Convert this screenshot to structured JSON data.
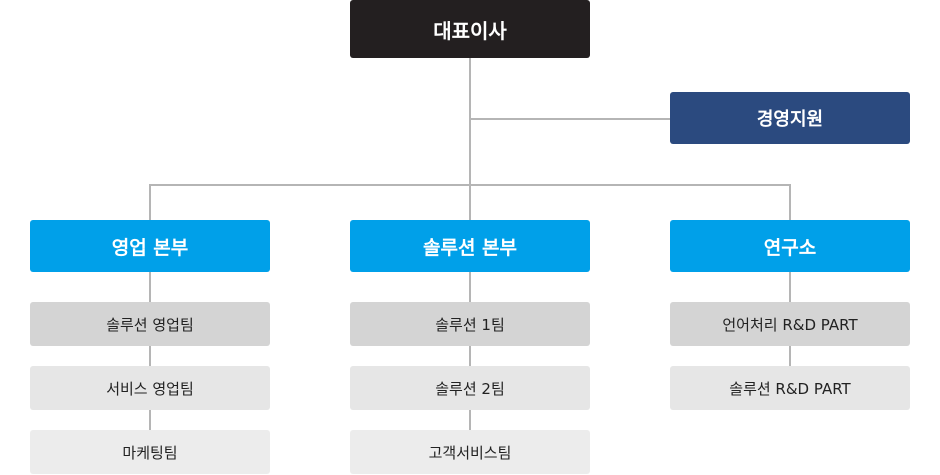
{
  "org": {
    "ceo": "대표이사",
    "support": "경영지원",
    "divisions": [
      {
        "name": "영업 본부",
        "teams": [
          "솔루션 영업팀",
          "서비스 영업팀",
          "마케팅팀"
        ]
      },
      {
        "name": "솔루션 본부",
        "teams": [
          "솔루션 1팀",
          "솔루션 2팀",
          "고객서비스팀"
        ]
      },
      {
        "name": "연구소",
        "teams": [
          "언어처리 R&D PART",
          "솔루션 R&D PART"
        ]
      }
    ]
  },
  "colors": {
    "ceo": "#231f20",
    "support": "#2b4a7f",
    "division": "#00a0e9",
    "team_dark": "#d4d4d4",
    "team_light": "#e6e6e6",
    "connector": "#b5b5b5"
  }
}
